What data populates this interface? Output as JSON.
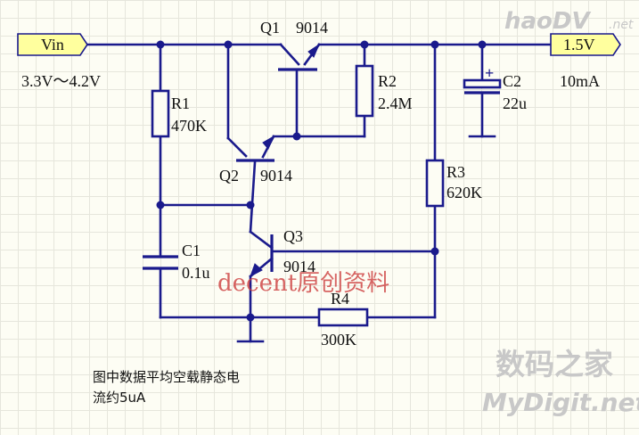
{
  "ports": {
    "vin": "Vin",
    "vout": "1.5V"
  },
  "annotations": {
    "vin_range": "3.3V～4.2V",
    "load_current": "10mA",
    "note_line1": "图中数据平均空载静态电",
    "note_line2": "流约5uA"
  },
  "components": {
    "q1": {
      "ref": "Q1",
      "part": "9014"
    },
    "q2": {
      "ref": "Q2",
      "part": "9014"
    },
    "q3": {
      "ref": "Q3",
      "part": "9014"
    },
    "r1": {
      "ref": "R1",
      "value": "470K"
    },
    "r2": {
      "ref": "R2",
      "value": "2.4M"
    },
    "r3": {
      "ref": "R3",
      "value": "620K"
    },
    "r4": {
      "ref": "R4",
      "value": "300K"
    },
    "c1": {
      "ref": "C1",
      "value": "0.1u"
    },
    "c2": {
      "ref": "C2",
      "value": "22u",
      "polarity": "+"
    }
  },
  "watermarks": {
    "decent": "decent原创资料",
    "haodv": "haoDV",
    "haodv_net": ".net",
    "mydigit_cn": "数码之家",
    "mydigit_en": "MyDigit.net"
  },
  "colors": {
    "wire": "#1a1a8c",
    "port_fill": "#ffff9e",
    "watermark_red": "#cc3a3a",
    "background": "#fdfdf4"
  }
}
